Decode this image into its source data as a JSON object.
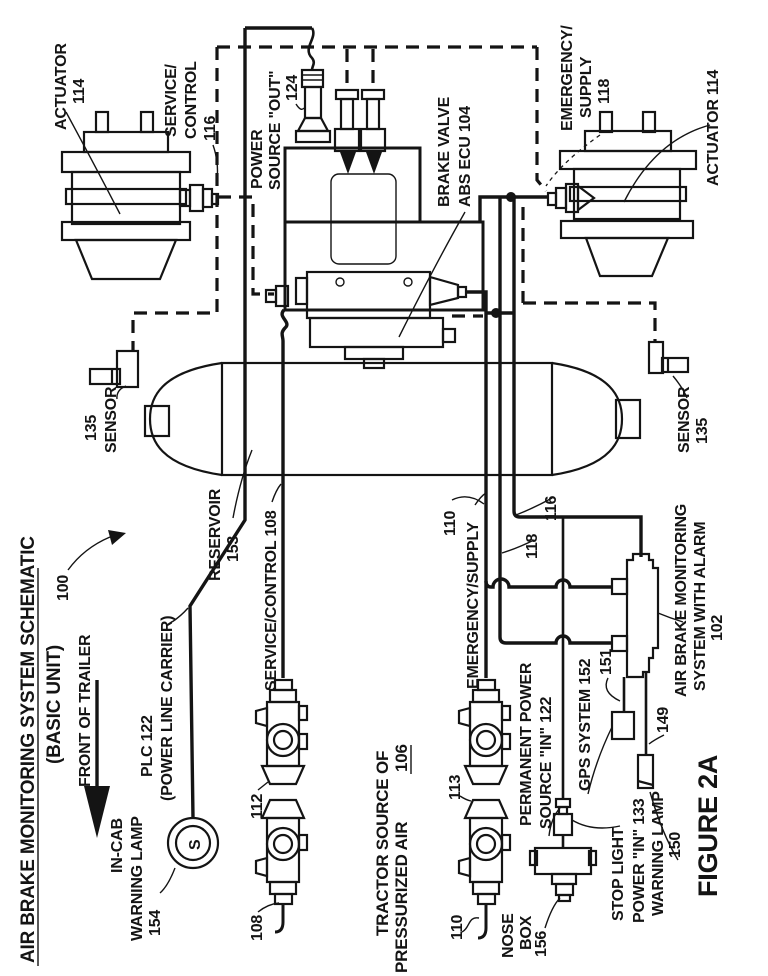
{
  "page": {
    "background": "#ffffff",
    "ink": "#141414"
  },
  "title": {
    "main": "AIR BRAKE MONITORING SYSTEM SCHEMATIC",
    "sub": "(BASIC UNIT)",
    "ref": "100"
  },
  "figure": {
    "caption": "FIGURE 2A"
  },
  "labels": {
    "actuator_left": "ACTUATOR",
    "actuator_left_ref": "114",
    "service_control_top_1": "SERVICE/",
    "service_control_top_2": "CONTROL",
    "service_control_top_ref": "116",
    "power_out_1": "POWER",
    "power_out_2": "SOURCE \"OUT\"",
    "power_out_ref": "124",
    "brake_valve_1": "BRAKE VALVE",
    "brake_valve_2": "ABS ECU  104",
    "emergency_top_1": "EMERGENCY/",
    "emergency_top_2": "SUPPLY",
    "emergency_top_ref": "118",
    "actuator_right": "ACTUATOR  114",
    "sensor_left": "SENSOR",
    "sensor_left_ref": "135",
    "sensor_right": "SENSOR",
    "sensor_right_ref": "135",
    "reservoir": "RESERVOIR",
    "reservoir_ref": "153",
    "service_control_line": "SERVICE/CONTROL  108",
    "emergency_line": "EMERGENCY/SUPPLY",
    "emergency_line_ref": "110",
    "ref_118": "118",
    "ref_116": "116",
    "monitor_1": "AIR BRAKE MONITORING",
    "monitor_2": "SYSTEM WITH ALARM",
    "monitor_ref": "102",
    "front_of_trailer": "FRONT OF TRAILER",
    "plc_1": "PLC  122",
    "plc_2": "(POWER LINE CARRIER)",
    "plc_symbol": "S",
    "incab_1": "IN-CAB",
    "incab_2": "WARNING LAMP",
    "incab_ref": "154",
    "ref_112": "112",
    "ref_108": "108",
    "ref_113": "113",
    "ref_110": "110",
    "tractor_1": "TRACTOR SOURCE OF",
    "tractor_2": "PRESSURIZED AIR",
    "tractor_ref": "106",
    "permanent_1": "PERMANENT POWER",
    "permanent_2": "SOURCE \"IN\"  122",
    "gps": "GPS SYSTEM  152",
    "ref_151": "151",
    "ref_149": "149",
    "stoplight_1": "STOP LIGHT",
    "stoplight_2": "POWER \"IN\"  133",
    "warning_lamp": "WARNING LAMP",
    "warning_lamp_ref": "150",
    "nose_1": "NOSE",
    "nose_2": "BOX",
    "nose_ref": "156"
  }
}
